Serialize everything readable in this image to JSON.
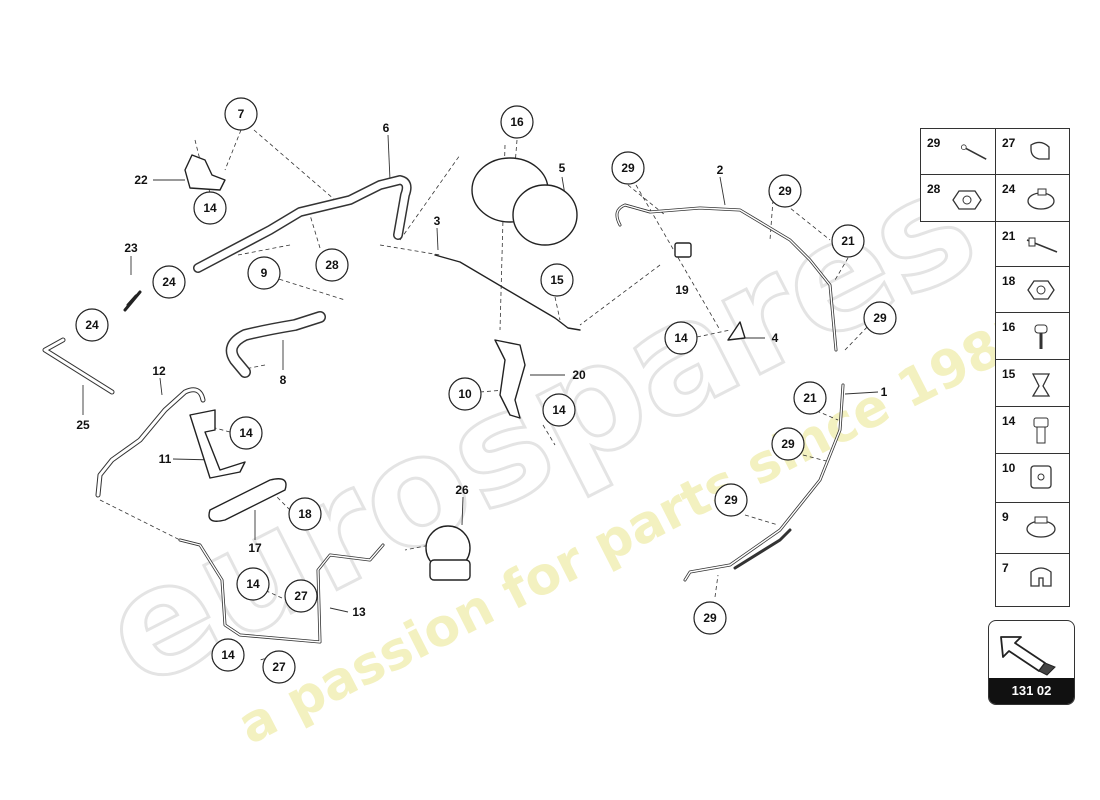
{
  "watermark": {
    "brand": "eurospares",
    "tagline": "a passion for parts since 1985"
  },
  "callouts": {
    "c7": "7",
    "c22": "22",
    "c14a": "14",
    "c6": "6",
    "c16": "16",
    "c5": "5",
    "c29a": "29",
    "c2": "2",
    "c29b": "29",
    "c23": "23",
    "c24a": "24",
    "c9": "9",
    "c28": "28",
    "c3": "3",
    "c15": "15",
    "c19": "19",
    "c21a": "21",
    "c24b": "24",
    "c8": "8",
    "c14b": "14",
    "c4": "4",
    "c29c": "29",
    "c25": "25",
    "c12": "12",
    "c20": "20",
    "c10": "10",
    "c21b": "21",
    "c1": "1",
    "c14c": "14",
    "c14d": "14",
    "c11": "11",
    "c29d": "29",
    "c26": "26",
    "c18": "18",
    "c17": "17",
    "c29e": "29",
    "c14e": "14",
    "c27a": "27",
    "c13": "13",
    "c14f": "14",
    "c27b": "27",
    "c29f": "29"
  },
  "legend": {
    "items": [
      {
        "number": "29",
        "icon": "clamp-strap-icon"
      },
      {
        "number": "27",
        "icon": "hose-clip-icon"
      },
      {
        "number": "28",
        "icon": "nut-icon"
      },
      {
        "number": "24",
        "icon": "hose-clamp-icon"
      },
      {
        "number": "21",
        "icon": "cable-tie-icon"
      },
      {
        "number": "18",
        "icon": "hex-nut-icon"
      },
      {
        "number": "16",
        "icon": "screw-icon"
      },
      {
        "number": "15",
        "icon": "clip-icon"
      },
      {
        "number": "14",
        "icon": "bolt-icon"
      },
      {
        "number": "10",
        "icon": "bracket-icon"
      },
      {
        "number": "9",
        "icon": "band-clamp-icon"
      },
      {
        "number": "7",
        "icon": "spring-clip-icon"
      }
    ]
  },
  "reference": {
    "code": "131 02",
    "icon": "arrow-icon"
  }
}
